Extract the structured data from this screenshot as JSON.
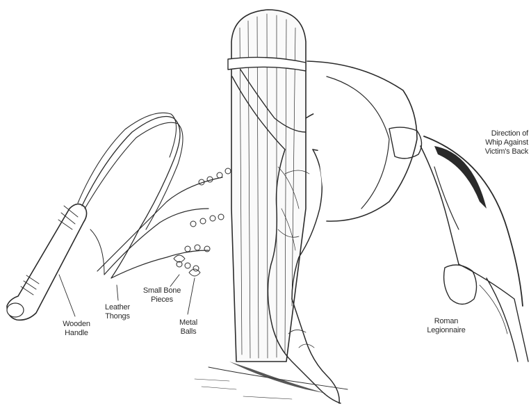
{
  "labels": {
    "wooden_handle": [
      "Wooden",
      "Handle"
    ],
    "leather_thongs": [
      "Leather",
      "Thongs"
    ],
    "small_bone_pieces": [
      "Small Bone",
      "Pieces"
    ],
    "metal_balls": [
      "Metal",
      "Balls"
    ],
    "direction": [
      "Direction of",
      "Whip Against",
      "Victim's Back"
    ],
    "roman_legionnaire": [
      "Roman",
      "Legionnaire"
    ]
  },
  "colors": {
    "ink": "#2a2a2a",
    "paper": "#ffffff",
    "shadow": "#3a3a3a"
  }
}
